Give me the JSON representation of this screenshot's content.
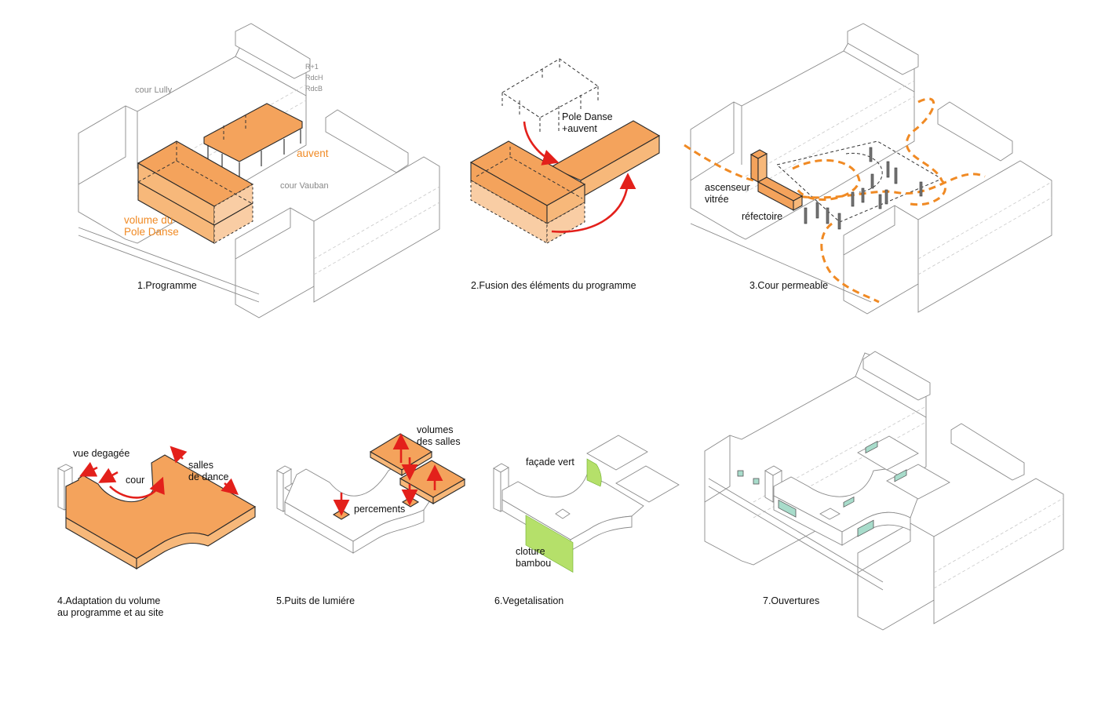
{
  "title": "Pole Danse design process diagrams",
  "colors": {
    "volume_orange": "#f4a35c",
    "label_orange": "#f08a24",
    "arrow_red": "#e3201b",
    "glazing_teal": "#a8dccb",
    "vegetation_green": "#b5e06a",
    "existing_buildings": "#8a8a8a"
  },
  "panels": [
    {
      "id": 1,
      "caption": "1.Programme",
      "labels": {
        "cour_lully": "cour Lully",
        "cour_vauban": "cour Vauban",
        "auvent": "auvent",
        "volume_line1": "volume du",
        "volume_line2": "Pole Danse",
        "level_r1": "R+1",
        "level_rdch": "RdcH",
        "level_rdcb": "RdcB"
      }
    },
    {
      "id": 2,
      "caption": "2.Fusion des éléments du programme",
      "labels": {
        "line1": "Pole Danse",
        "line2": "+auvent"
      }
    },
    {
      "id": 3,
      "caption": "3.Cour permeable",
      "labels": {
        "ascenseur_line1": "ascenseur",
        "ascenseur_line2": "vitrée",
        "refectoire": "réfectoire"
      }
    },
    {
      "id": 4,
      "caption_line1": "4.Adaptation du volume",
      "caption_line2": "au programme et au site",
      "labels": {
        "vue": "vue degagée",
        "cour": "cour",
        "salles_line1": "salles",
        "salles_line2": "de dance"
      }
    },
    {
      "id": 5,
      "caption": "5.Puits de lumiére",
      "labels": {
        "volumes_line1": "volumes",
        "volumes_line2": "des salles",
        "percements": "percements"
      }
    },
    {
      "id": 6,
      "caption": "6.Vegetalisation",
      "labels": {
        "facade": "façade vert",
        "cloture_line1": "cloture",
        "cloture_line2": "bambou"
      }
    },
    {
      "id": 7,
      "caption": "7.Ouvertures",
      "labels": {}
    }
  ]
}
